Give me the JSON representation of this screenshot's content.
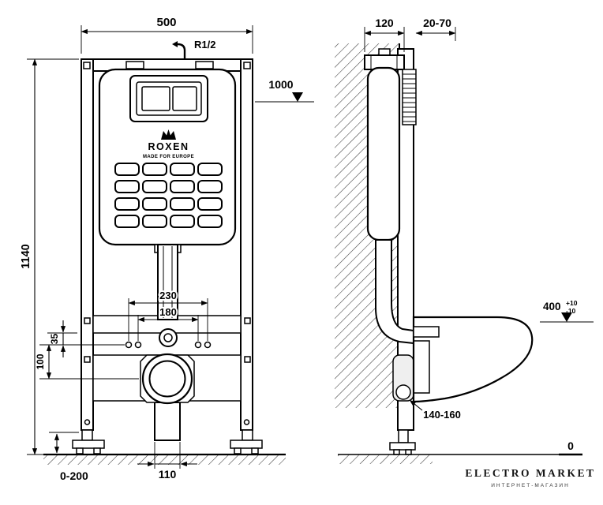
{
  "drawing": {
    "colors": {
      "line": "#000000",
      "background": "#ffffff",
      "watermark": "#141414"
    },
    "front": {
      "dim_width": "500",
      "dim_height": "1140",
      "thread": "R1/2",
      "level_flush": "1000",
      "dim_bolt_outer": "230",
      "dim_bolt_inner": "180",
      "dim_offset_100": "100",
      "dim_offset_35": "35",
      "dim_outlet": "110",
      "dim_legs": "0-200"
    },
    "side": {
      "dim_depth": "120",
      "dim_wall": "20-70",
      "level_bowl": "400",
      "tol_plus": "+10",
      "tol_minus": "-10",
      "dim_drain": "140-160",
      "level_floor": "0"
    },
    "cistern": {
      "brand": "ROXEN",
      "tagline": "MADE FOR EUROPE"
    },
    "watermark": {
      "title": "ELECTRO MARKET",
      "subtitle": "ИНТЕРНЕТ-МАГАЗИН"
    }
  }
}
